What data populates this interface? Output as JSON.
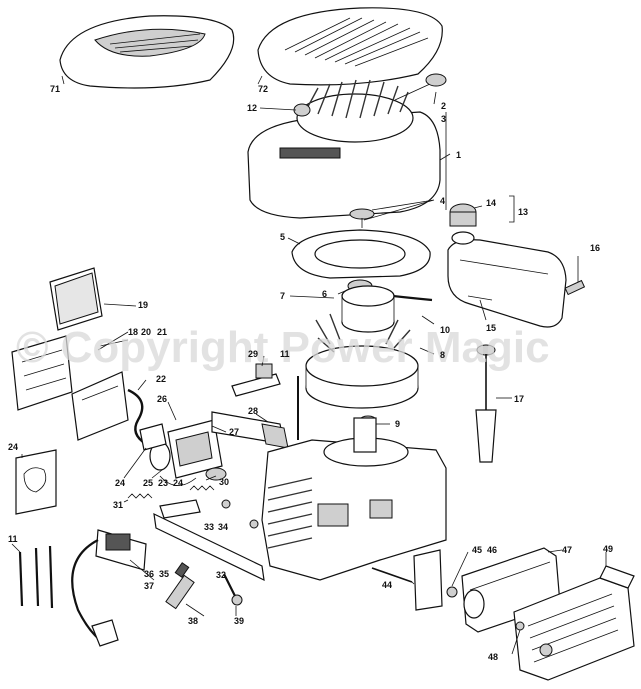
{
  "watermark": "© Copyright Power Magic",
  "callouts": [
    {
      "id": "c71",
      "text": "71"
    },
    {
      "id": "c72",
      "text": "72"
    },
    {
      "id": "c2",
      "text": "2"
    },
    {
      "id": "c3",
      "text": "3"
    },
    {
      "id": "c12",
      "text": "12"
    },
    {
      "id": "c1",
      "text": "1"
    },
    {
      "id": "c4",
      "text": "4"
    },
    {
      "id": "c14",
      "text": "14"
    },
    {
      "id": "c13",
      "text": "13"
    },
    {
      "id": "c5",
      "text": "5"
    },
    {
      "id": "c16",
      "text": "16"
    },
    {
      "id": "c19",
      "text": "19"
    },
    {
      "id": "c7",
      "text": "7"
    },
    {
      "id": "c6",
      "text": "6"
    },
    {
      "id": "c10",
      "text": "10"
    },
    {
      "id": "c15",
      "text": "15"
    },
    {
      "id": "c18",
      "text": "18"
    },
    {
      "id": "c20",
      "text": "20"
    },
    {
      "id": "c21",
      "text": "21"
    },
    {
      "id": "c29",
      "text": "29"
    },
    {
      "id": "c11a",
      "text": "11"
    },
    {
      "id": "c8",
      "text": "8"
    },
    {
      "id": "c22",
      "text": "22"
    },
    {
      "id": "c17",
      "text": "17"
    },
    {
      "id": "c26",
      "text": "26"
    },
    {
      "id": "c28",
      "text": "28"
    },
    {
      "id": "c9",
      "text": "9"
    },
    {
      "id": "c27",
      "text": "27"
    },
    {
      "id": "c24a",
      "text": "24"
    },
    {
      "id": "c24b",
      "text": "24"
    },
    {
      "id": "c25",
      "text": "25"
    },
    {
      "id": "c23",
      "text": "23"
    },
    {
      "id": "c24c",
      "text": "24"
    },
    {
      "id": "c30",
      "text": "30"
    },
    {
      "id": "c31",
      "text": "31"
    },
    {
      "id": "c33",
      "text": "33"
    },
    {
      "id": "c34",
      "text": "34"
    },
    {
      "id": "c11b",
      "text": "11"
    },
    {
      "id": "c45",
      "text": "45"
    },
    {
      "id": "c46",
      "text": "46"
    },
    {
      "id": "c47",
      "text": "47"
    },
    {
      "id": "c49a",
      "text": "49"
    },
    {
      "id": "c36",
      "text": "36"
    },
    {
      "id": "c35",
      "text": "35"
    },
    {
      "id": "c37",
      "text": "37"
    },
    {
      "id": "c32",
      "text": "32"
    },
    {
      "id": "c44",
      "text": "44"
    },
    {
      "id": "c38",
      "text": "38"
    },
    {
      "id": "c39",
      "text": "39"
    },
    {
      "id": "c48",
      "text": "48"
    }
  ]
}
